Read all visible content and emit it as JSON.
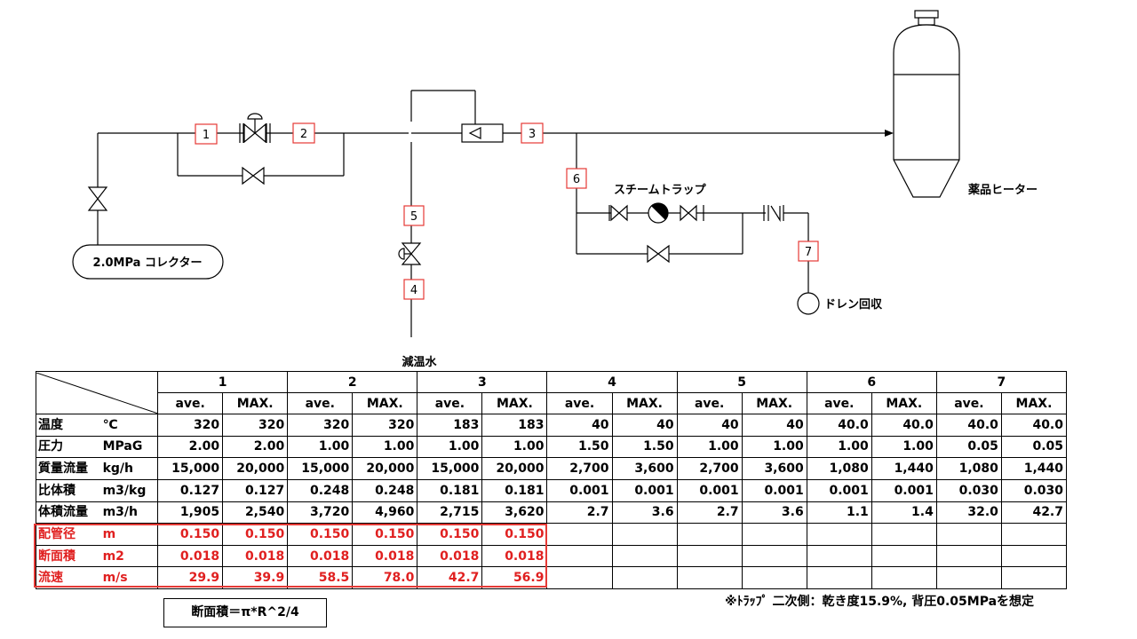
{
  "diagram": {
    "collector": "2.0MPa コレクター",
    "heater": "薬品ヒーター",
    "steam_trap": "スチームトラップ",
    "drain": "ドレン回収",
    "water": "減温水",
    "points": [
      "1",
      "2",
      "3",
      "4",
      "5",
      "6",
      "7"
    ]
  },
  "table": {
    "columns": [
      "1",
      "2",
      "3",
      "4",
      "5",
      "6",
      "7"
    ],
    "sub_headers": [
      "ave.",
      "MAX."
    ],
    "rows": [
      {
        "label": "温度",
        "unit": "℃",
        "values": [
          "320",
          "320",
          "320",
          "320",
          "183",
          "183",
          "40",
          "40",
          "40",
          "40",
          "40.0",
          "40.0",
          "40.0",
          "40.0"
        ]
      },
      {
        "label": "圧力",
        "unit": "MPaG",
        "values": [
          "2.00",
          "2.00",
          "1.00",
          "1.00",
          "1.00",
          "1.00",
          "1.50",
          "1.50",
          "1.00",
          "1.00",
          "1.00",
          "1.00",
          "0.05",
          "0.05"
        ]
      },
      {
        "label": "質量流量",
        "unit": "kg/h",
        "values": [
          "15,000",
          "20,000",
          "15,000",
          "20,000",
          "15,000",
          "20,000",
          "2,700",
          "3,600",
          "2,700",
          "3,600",
          "1,080",
          "1,440",
          "1,080",
          "1,440"
        ]
      },
      {
        "label": "比体積",
        "unit": "m3/kg",
        "values": [
          "0.127",
          "0.127",
          "0.248",
          "0.248",
          "0.181",
          "0.181",
          "0.001",
          "0.001",
          "0.001",
          "0.001",
          "0.001",
          "0.001",
          "0.030",
          "0.030"
        ]
      },
      {
        "label": "体積流量",
        "unit": "m3/h",
        "values": [
          "1,905",
          "2,540",
          "3,720",
          "4,960",
          "2,715",
          "3,620",
          "2.7",
          "3.6",
          "2.7",
          "3.6",
          "1.1",
          "1.4",
          "32.0",
          "42.7"
        ]
      },
      {
        "label": "配管径",
        "unit": "m",
        "red": true,
        "values": [
          "0.150",
          "0.150",
          "0.150",
          "0.150",
          "0.150",
          "0.150",
          "",
          "",
          "",
          "",
          "",
          "",
          "",
          ""
        ]
      },
      {
        "label": "断面積",
        "unit": "m2",
        "red": true,
        "values": [
          "0.018",
          "0.018",
          "0.018",
          "0.018",
          "0.018",
          "0.018",
          "",
          "",
          "",
          "",
          "",
          "",
          "",
          ""
        ]
      },
      {
        "label": "流速",
        "unit": "m/s",
        "red": true,
        "values": [
          "29.9",
          "39.9",
          "58.5",
          "78.0",
          "42.7",
          "56.9",
          "",
          "",
          "",
          "",
          "",
          "",
          "",
          ""
        ]
      }
    ]
  },
  "note": "※ﾄﾗｯﾌﾟ 二次側：乾き度15.9%, 背圧0.05MPaを想定",
  "formula": "断面積＝π*R^2/4",
  "colors": {
    "red": "#e53935",
    "line": "#000000"
  }
}
